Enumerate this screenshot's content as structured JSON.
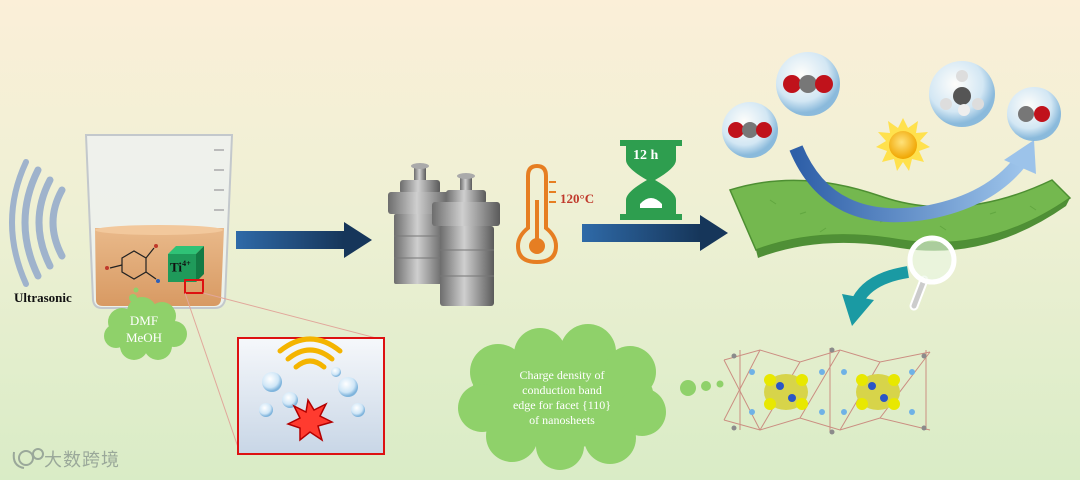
{
  "labels": {
    "ultrasonic": "Ultrasonic",
    "solvent_line1": "DMF",
    "solvent_line2": "MeOH",
    "temperature": "120°C",
    "duration": "12 h",
    "ti_ion": "Ti",
    "ti_charge": "4+"
  },
  "caption": {
    "line1": "Charge density of",
    "line2": "conduction band",
    "line3": "edge for facet {110}",
    "line4": "of nanosheets"
  },
  "watermark": "大数跨境",
  "colors": {
    "arrow": "#1f4e79",
    "sheet": "#7cbf57",
    "cloud": "#8fd16a",
    "thermometer": "#e67e22",
    "hourglass": "#2e9e4f",
    "curve_arrow": "#4a78b8",
    "teal_arrow": "#1a9aa3"
  }
}
